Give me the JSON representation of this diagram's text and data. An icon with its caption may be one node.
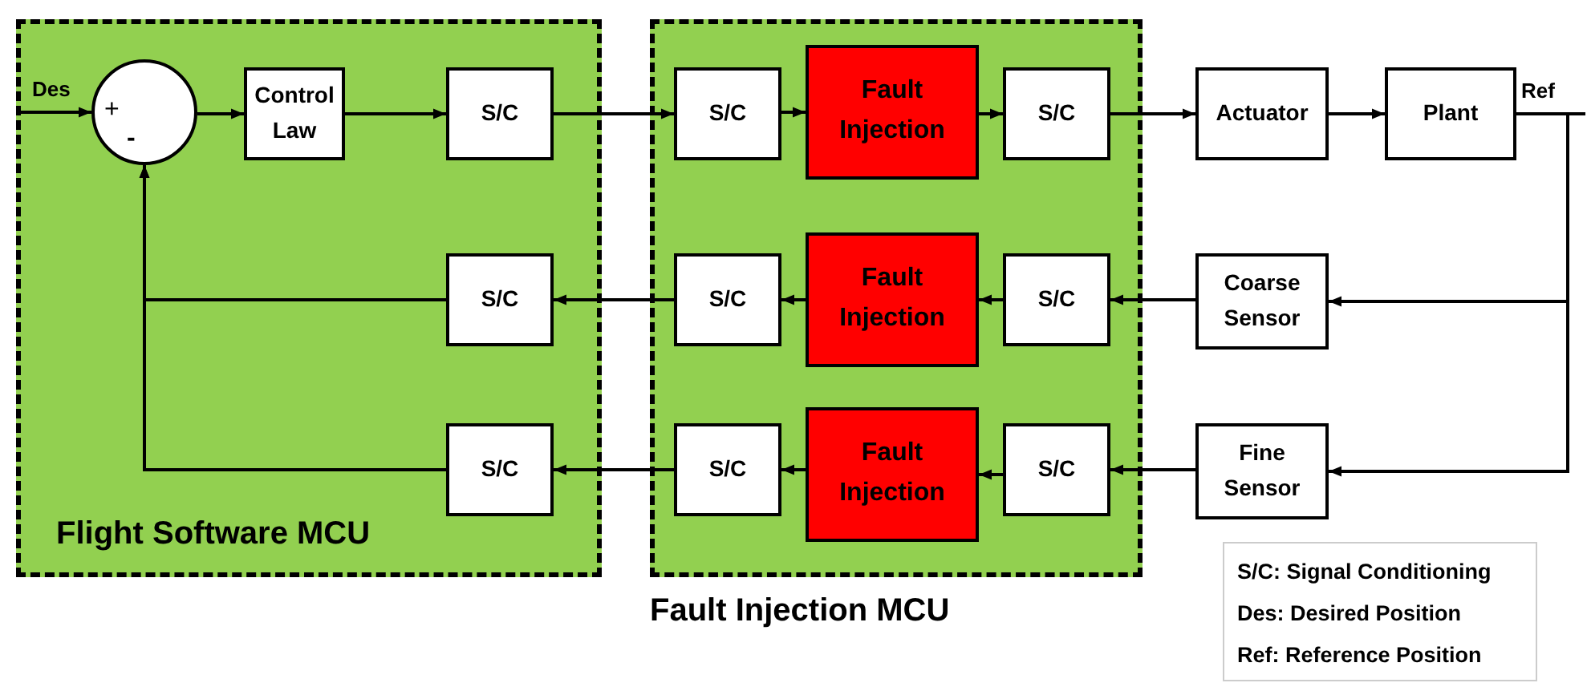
{
  "diagram": {
    "nodes": [
      {
        "text": [
          "Flight Software MCU"
        ]
      },
      {
        "text": [
          "+",
          "-"
        ],
        "in": 0
      },
      {
        "text": [
          "Control Law"
        ],
        "in": 0
      },
      {
        "text": [
          "S/C"
        ],
        "in": 0
      },
      {
        "text": [
          "Fault Injection MCU"
        ]
      },
      {
        "text": [
          "S/C"
        ],
        "in": 4
      },
      {
        "text": [
          "Fault Injection"
        ],
        "in": 4
      },
      {
        "text": [
          "S/C"
        ],
        "in": 4
      },
      {
        "text": [
          "Actuator"
        ]
      },
      {
        "text": [
          "Plant"
        ]
      },
      {
        "text": [
          "S/C"
        ],
        "in": 0
      },
      {
        "text": [
          "S/C"
        ],
        "in": 4
      },
      {
        "text": [
          "Fault Injection"
        ],
        "in": 4
      },
      {
        "text": [
          "S/C"
        ],
        "in": 4
      },
      {
        "text": [
          "Coarse Sensor"
        ]
      },
      {
        "text": [
          "S/C"
        ],
        "in": 0
      },
      {
        "text": [
          "S/C"
        ],
        "in": 4
      },
      {
        "text": [
          "Fault Injection"
        ],
        "in": 4
      },
      {
        "text": [
          "S/C"
        ],
        "in": 4
      },
      {
        "text": [
          "Fine Sensor"
        ]
      }
    ],
    "edges": [
      {
        "from": null,
        "to": 1,
        "arrow": "to",
        "label": "Des"
      },
      {
        "from": 1,
        "to": 2,
        "arrow": "to"
      },
      {
        "from": 2,
        "to": 3,
        "arrow": "to"
      },
      {
        "from": 3,
        "to": 5,
        "arrow": "to"
      },
      {
        "from": 5,
        "to": 6,
        "arrow": "to"
      },
      {
        "from": 6,
        "to": 7,
        "arrow": "to"
      },
      {
        "from": 7,
        "to": 8,
        "arrow": "to"
      },
      {
        "from": 8,
        "to": 9,
        "arrow": "to"
      },
      {
        "from": 9,
        "to": 14,
        "arrow": "to",
        "label": "Ref"
      },
      {
        "from": 9,
        "to": 19,
        "arrow": "to"
      },
      {
        "from": 14,
        "to": 13,
        "arrow": "to"
      },
      {
        "from": 13,
        "to": 12,
        "arrow": "to"
      },
      {
        "from": 12,
        "to": 11,
        "arrow": "to"
      },
      {
        "from": 11,
        "to": 10,
        "arrow": "to"
      },
      {
        "from": 10,
        "to": 1,
        "arrow": "to"
      },
      {
        "from": 19,
        "to": 18,
        "arrow": "to"
      },
      {
        "from": 18,
        "to": 17,
        "arrow": "to"
      },
      {
        "from": 17,
        "to": 16,
        "arrow": "to"
      },
      {
        "from": 16,
        "to": 15,
        "arrow": "to"
      },
      {
        "from": 15,
        "to": 1,
        "arrow": "to"
      }
    ],
    "labels": [
      "S/C: Signal Conditioning",
      "Des: Desired Position",
      "Ref: Reference Position"
    ]
  }
}
